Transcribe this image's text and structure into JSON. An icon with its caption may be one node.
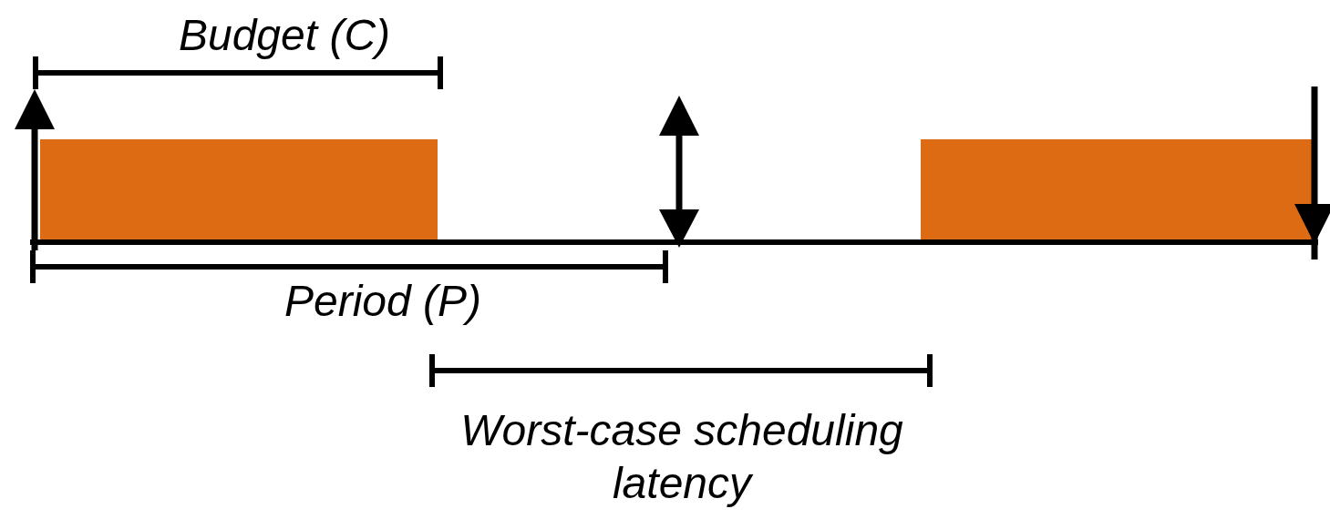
{
  "diagram": {
    "labels": [
      "Budget (C)",
      "Period (P)",
      "Worst-case scheduling latency"
    ]
  }
}
